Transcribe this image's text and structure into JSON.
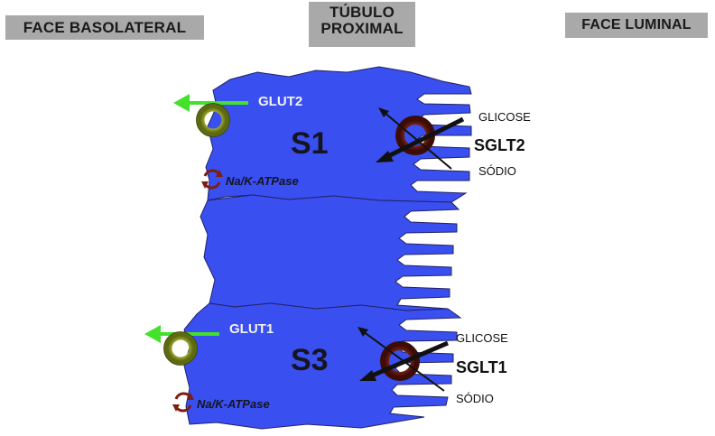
{
  "headers": {
    "basolateral": "FACE BASOLATERAL",
    "tubule_line1": "TÚBULO",
    "tubule_line2": "PROXIMAL",
    "luminal": "FACE LUMINAL"
  },
  "segment_s1": {
    "name": "S1",
    "glut": "GLUT2",
    "pump": "Na/K-ATPase",
    "sglt": "SGLT2",
    "glucose": "GLICOSE",
    "sodium": "SÓDIO"
  },
  "segment_s3": {
    "name": "S3",
    "glut": "GLUT1",
    "pump": "Na/K-ATPase",
    "sglt": "SGLT1",
    "glucose": "GLICOSE",
    "sodium": "SÓDIO"
  },
  "colors": {
    "cell": "#3a4ff0",
    "header_bg": "#a9a9a9",
    "arrow_green": "#44e02c",
    "glut_ring": "#8b9a2a",
    "sglt_ring": "#7a1f12"
  }
}
